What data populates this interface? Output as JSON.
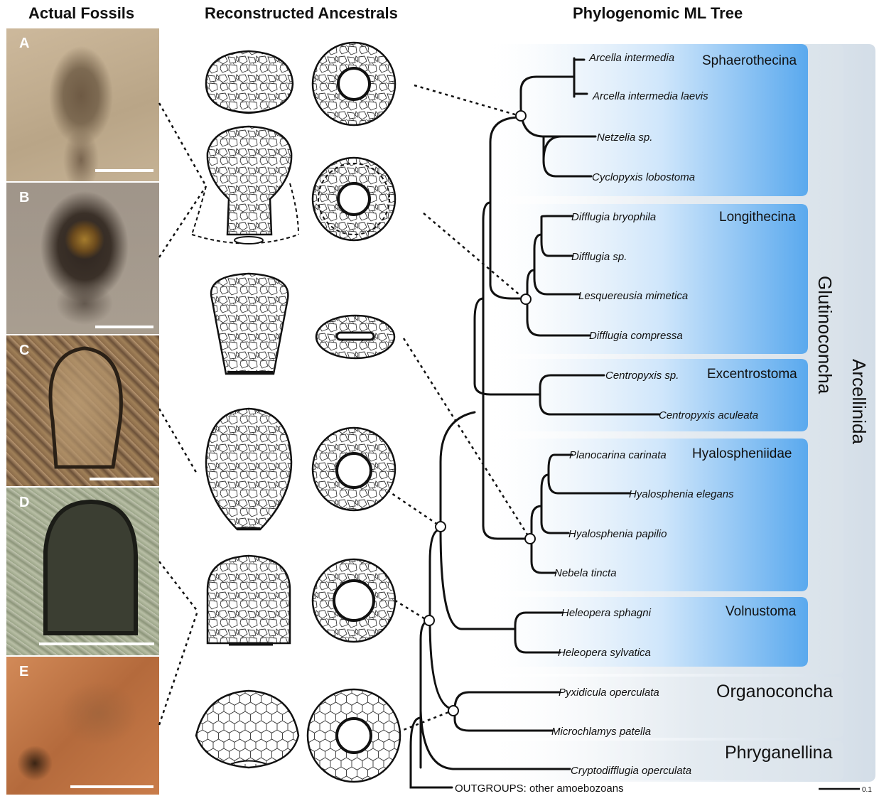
{
  "headers": {
    "fossils": "Actual Fossils",
    "ancestrals": "Reconstructed Ancestrals",
    "tree": "Phylogenomic ML Tree"
  },
  "fossil_labels": [
    "A",
    "B",
    "C",
    "D",
    "E"
  ],
  "taxa": {
    "arcella_intermedia": "Arcella intermedia",
    "arcella_laevis": "Arcella intermedia laevis",
    "netzelia": "Netzelia sp.",
    "cyclopyxis": "Cyclopyxis lobostoma",
    "difflugia_bryophila": "Difflugia bryophila",
    "difflugia_sp": "Difflugia sp.",
    "lesquereusia": "Lesquereusia mimetica",
    "difflugia_compressa": "Difflugia compressa",
    "centropyxis_sp": "Centropyxis sp.",
    "centropyxis_aculeata": "Centropyxis aculeata",
    "planocarina": "Planocarina carinata",
    "hyalosphenia_elegans": "Hyalosphenia elegans",
    "hyalosphenia_papilio": "Hyalosphenia papilio",
    "nebela": "Nebela tincta",
    "heleopera_sphagni": "Heleopera sphagni",
    "heleopera_sylvatica": "Heleopera sylvatica",
    "pyxidicula": "Pyxidicula operculata",
    "microchlamys": "Microchlamys patella",
    "cryptodifflugia": "Cryptodifflugia operculata",
    "outgroups": "OUTGROUPS: other amoebozoans"
  },
  "clades": {
    "sphaerothecina": "Sphaerothecina",
    "longithecina": "Longithecina",
    "excentrostoma": "Excentrostoma",
    "hyalospheniidae": "Hyalospheniidae",
    "volnustoma": "Volnustoma",
    "organoconcha": "Organoconcha",
    "phryganellina": "Phryganellina",
    "glutinoconcha": "Glutinoconcha",
    "arcellinida": "Arcellinida"
  },
  "scale_bar": "0.1",
  "colors": {
    "clade_blue": "#5aa9ee",
    "panel_grey": "#dde6ee"
  }
}
